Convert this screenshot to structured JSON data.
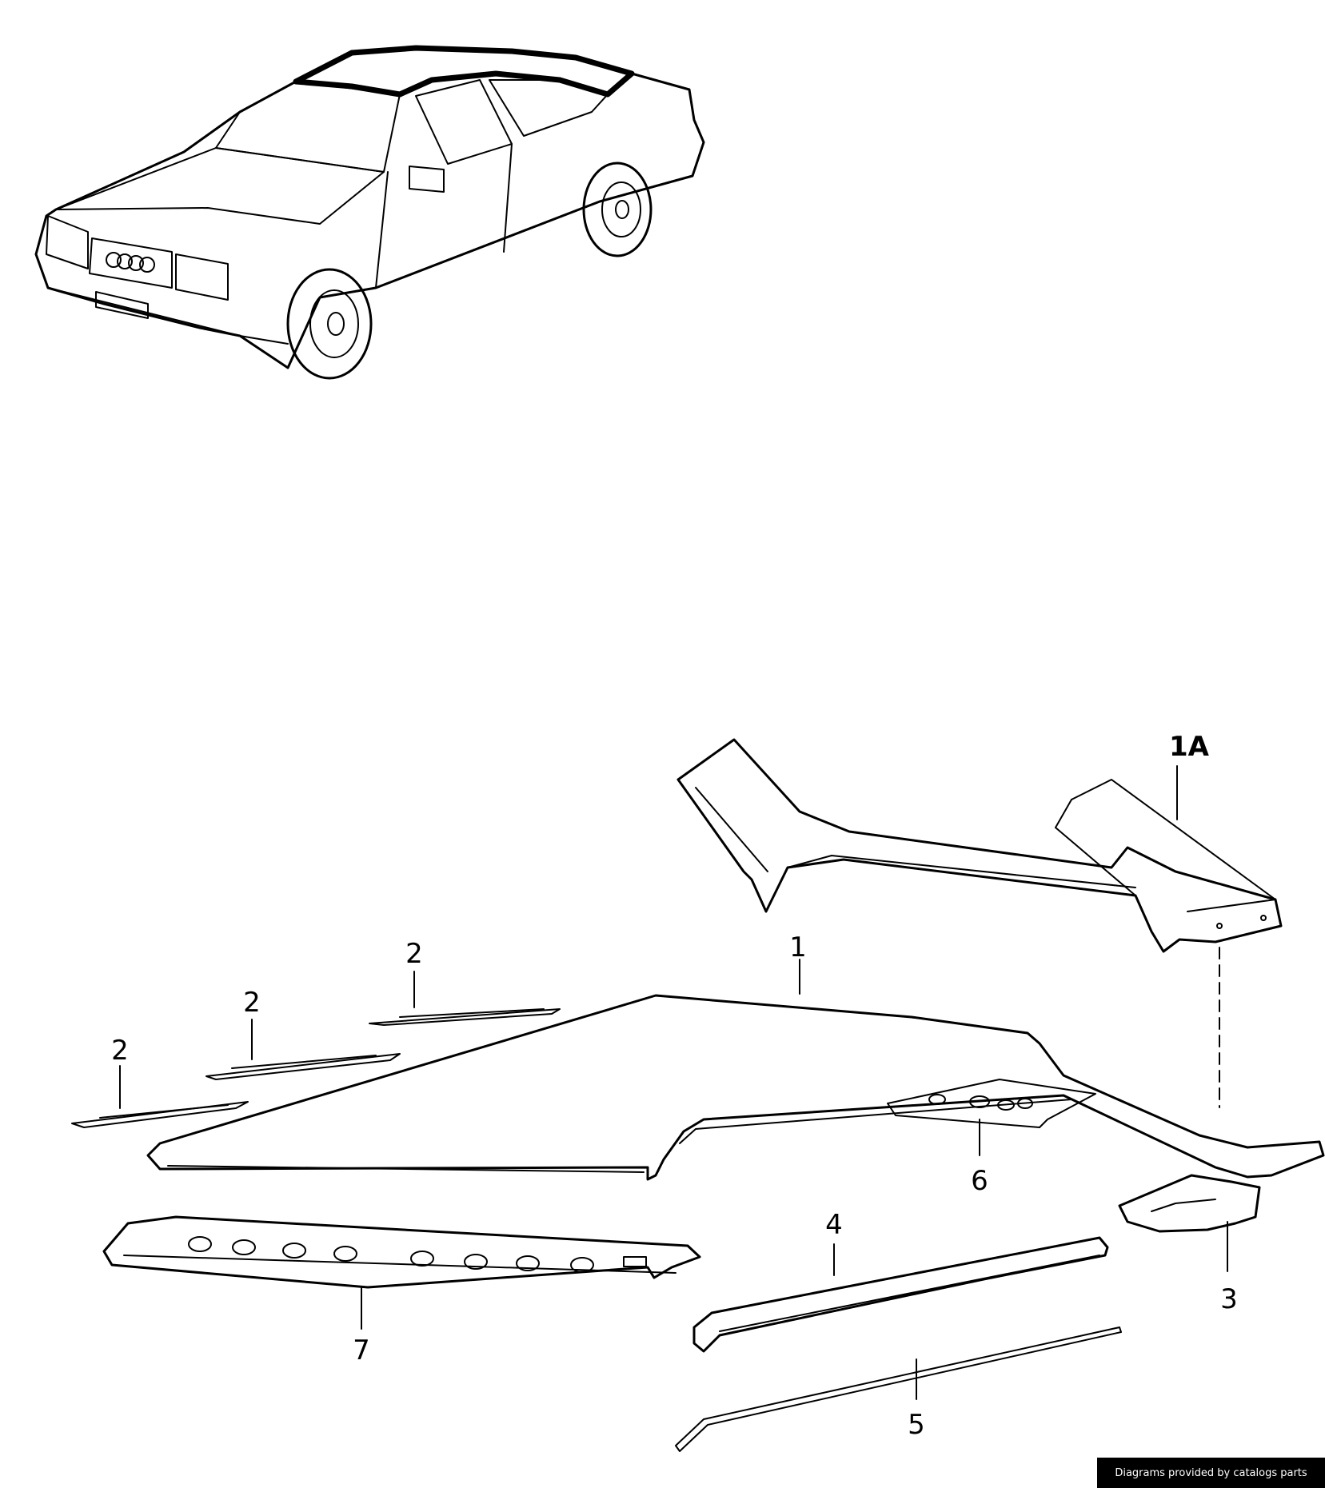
{
  "callouts": {
    "c1": "1",
    "c1a": "1A",
    "c2a": "2",
    "c2b": "2",
    "c2c": "2",
    "c3": "3",
    "c4": "4",
    "c5": "5",
    "c6": "6",
    "c7": "7"
  },
  "credit": "Diagrams provided by catalogs parts"
}
